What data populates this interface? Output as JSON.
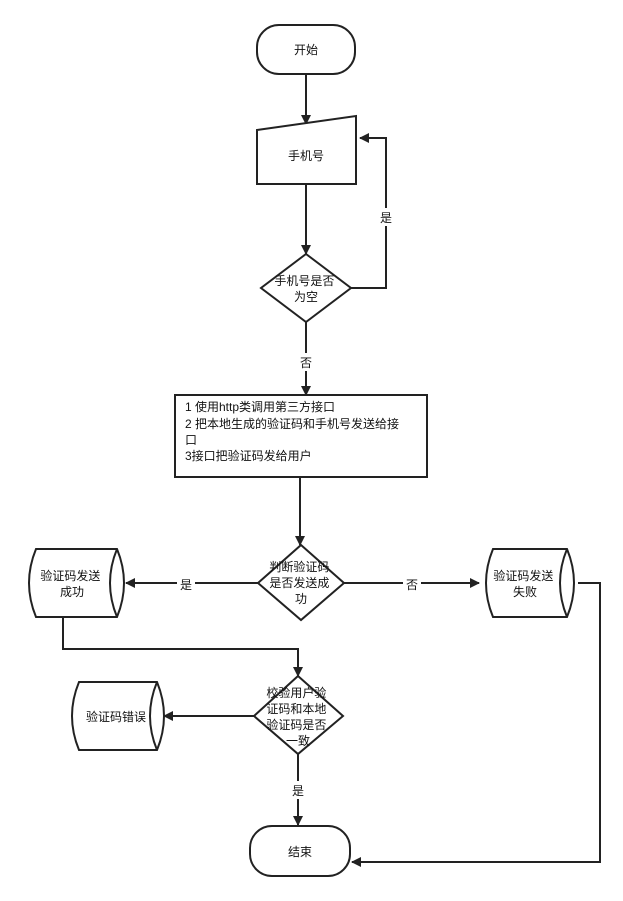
{
  "nodes": {
    "start": "开始",
    "phone_input": "手机号",
    "check_empty": [
      "手机号是否",
      "为空"
    ],
    "send_step": [
      "1 使用http类调用第三方接口",
      "2 把本地生成的验证码和手机号发送给接",
      "口",
      "3接口把验证码发给用户"
    ],
    "send_success_check": [
      "判断验证码",
      "是否发送成",
      "功"
    ],
    "send_ok": [
      "验证码发送",
      "成功"
    ],
    "send_fail": [
      "验证码发送",
      "失败"
    ],
    "verify_check": [
      "校验用户验",
      "证码和本地",
      "验证码是否",
      "一致"
    ],
    "code_error": "验证码错误",
    "end": "结束"
  },
  "edges": {
    "empty_yes": "是",
    "empty_no": "否",
    "success_yes": "是",
    "success_no": "否",
    "verify_yes": "是"
  }
}
